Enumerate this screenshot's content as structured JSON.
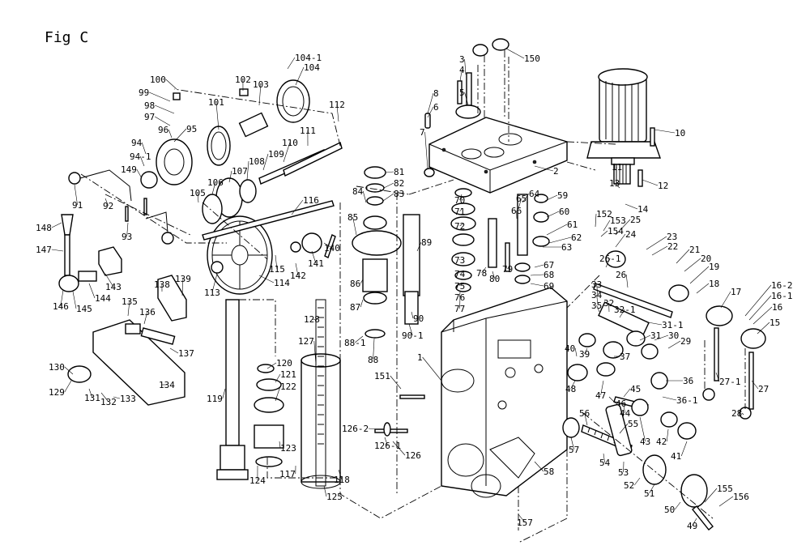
{
  "figure": {
    "title": "Fig C"
  },
  "part_labels": [
    "1",
    "2",
    "3",
    "4",
    "5",
    "6",
    "7",
    "8",
    "10",
    "11",
    "12",
    "13",
    "14",
    "15",
    "16",
    "16-1",
    "16-2",
    "17",
    "18",
    "19",
    "20",
    "21",
    "22",
    "23",
    "24",
    "25",
    "26",
    "26-1",
    "27",
    "27-1",
    "28",
    "29",
    "30",
    "31",
    "31-1",
    "32",
    "32-1",
    "33",
    "34",
    "35",
    "36",
    "36-1",
    "37",
    "39",
    "40",
    "41",
    "42",
    "43",
    "44",
    "45",
    "46",
    "47",
    "48",
    "49",
    "50",
    "51",
    "52",
    "53",
    "54",
    "55",
    "56",
    "57",
    "58",
    "59",
    "60",
    "61",
    "62",
    "63",
    "64",
    "65",
    "66",
    "67",
    "68",
    "69",
    "70",
    "71",
    "72",
    "73",
    "74",
    "75",
    "76",
    "77",
    "78",
    "79",
    "80",
    "81",
    "82",
    "83",
    "84",
    "85",
    "86",
    "87",
    "88",
    "88-1",
    "89",
    "90",
    "90-1",
    "91",
    "92",
    "93",
    "94",
    "94-1",
    "95",
    "96",
    "97",
    "98",
    "99",
    "100",
    "101",
    "102",
    "103",
    "104",
    "104-1",
    "105",
    "106",
    "107",
    "108",
    "109",
    "110",
    "111",
    "112",
    "113",
    "114",
    "115",
    "116",
    "117",
    "118",
    "119",
    "120",
    "121",
    "122",
    "123",
    "124",
    "125",
    "126",
    "126-1",
    "126-2",
    "127",
    "128",
    "129",
    "130",
    "131",
    "132",
    "133",
    "134",
    "135",
    "136",
    "137",
    "138",
    "139",
    "140",
    "141",
    "142",
    "143",
    "144",
    "145",
    "146",
    "147",
    "148",
    "149",
    "150",
    "151",
    "152",
    "153",
    "154",
    "155",
    "156",
    "157"
  ]
}
